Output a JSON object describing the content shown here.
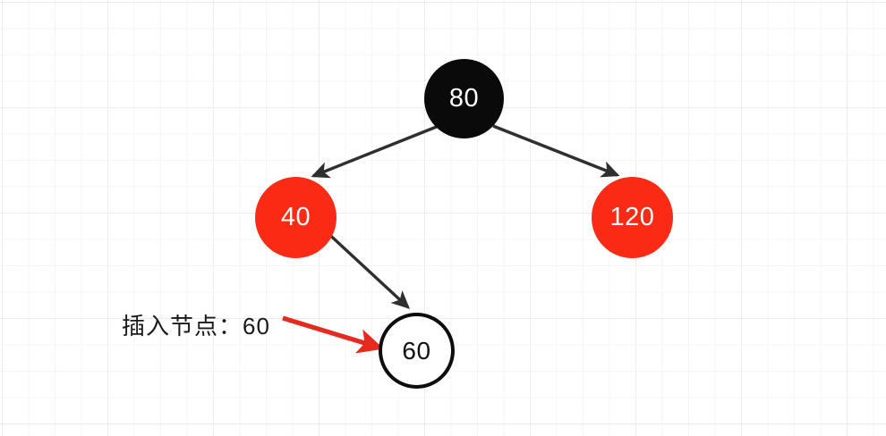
{
  "diagram": {
    "title_text": "插入节点：60",
    "background": {
      "style": "graph-paper-grid",
      "color": "#ffffff",
      "grid_color": "#ededed"
    },
    "colors": {
      "black_node": "#0a0a0a",
      "red_node": "#fb2a14",
      "white_node": "#ffffff",
      "node_border": "#0d0d0d",
      "edge": "#2f2f2f",
      "pointer_arrow": "#e8291f",
      "label_text": "#1a1a1a"
    },
    "nodes": [
      {
        "id": "root",
        "value": "80",
        "fill": "black",
        "text_color": "#ffffff"
      },
      {
        "id": "left",
        "value": "40",
        "fill": "red",
        "text_color": "#ffffff"
      },
      {
        "id": "right",
        "value": "120",
        "fill": "red",
        "text_color": "#ffffff"
      },
      {
        "id": "new",
        "value": "60",
        "fill": "white",
        "text_color": "#111111"
      }
    ],
    "edges": [
      {
        "from": "80",
        "to": "40",
        "arrow": true
      },
      {
        "from": "80",
        "to": "120",
        "arrow": true
      },
      {
        "from": "40",
        "to": "60",
        "arrow": true
      }
    ],
    "annotation": {
      "text": "插入节点：60",
      "points_to": "60",
      "arrow_color": "#e8291f"
    }
  }
}
